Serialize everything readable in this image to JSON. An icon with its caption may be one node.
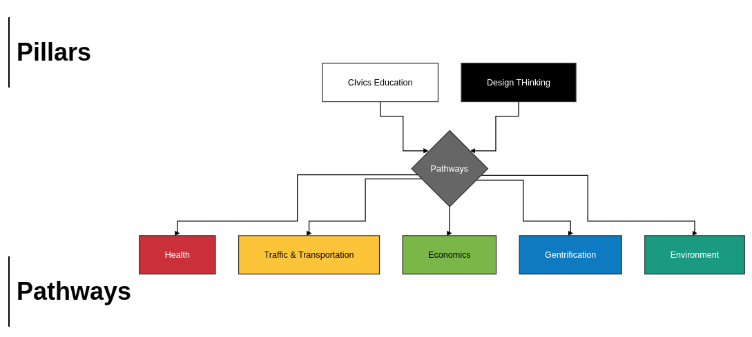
{
  "diagram": {
    "nodes": [
      {
        "text": [
          "CIvics Education"
        ]
      },
      {
        "text": [
          "Design THinking"
        ]
      },
      {
        "text": [
          "Pathways"
        ]
      },
      {
        "text": [
          "Health"
        ]
      },
      {
        "text": [
          "Traffic & Transportation"
        ]
      },
      {
        "text": [
          "Economics"
        ]
      },
      {
        "text": [
          "Gentrification"
        ]
      },
      {
        "text": [
          "Environment"
        ]
      }
    ],
    "edges": [
      {
        "from": 0,
        "to": 2,
        "arrow": "to"
      },
      {
        "from": 1,
        "to": 2,
        "arrow": "to"
      },
      {
        "from": 2,
        "to": 3,
        "arrow": "to"
      },
      {
        "from": 2,
        "to": 4,
        "arrow": "to"
      },
      {
        "from": 2,
        "to": 5,
        "arrow": "to"
      },
      {
        "from": 2,
        "to": 6,
        "arrow": "to"
      },
      {
        "from": 2,
        "to": 7,
        "arrow": "to"
      }
    ],
    "labels": [
      "Pillars",
      "Pathways"
    ]
  }
}
